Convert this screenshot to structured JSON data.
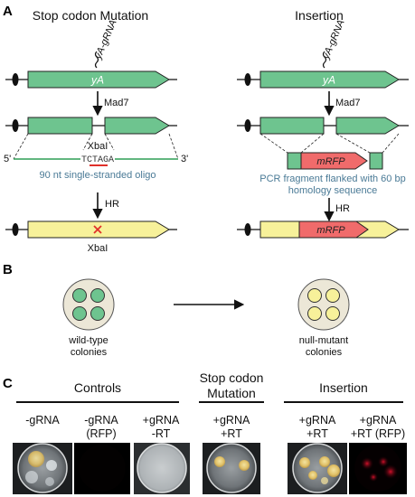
{
  "panels": {
    "A": "A",
    "B": "B",
    "C": "C"
  },
  "panel_a": {
    "left": {
      "title": "Stop codon Mutation",
      "grna": "yA-gRNA",
      "gene": "yA",
      "enzyme": "Mad7",
      "site": "XbaI",
      "sequence": "TCTAGA",
      "five_prime": "5'",
      "three_prime": "3'",
      "oligo": "90 nt single-stranded oligo",
      "repair": "HR",
      "site_bottom": "XbaI"
    },
    "right": {
      "title": "Insertion",
      "grna": "yA-gRNA",
      "gene": "yA",
      "enzyme": "Mad7",
      "insert": "mRFP",
      "fragment_line1": "PCR fragment flanked with 60 bp",
      "fragment_line2": "homology sequence",
      "repair": "HR",
      "insert_bottom": "mRFP"
    }
  },
  "panel_b": {
    "left_line1": "wild-type",
    "left_line2": "colonies",
    "right_line1": "null-mutant",
    "right_line2": "colonies"
  },
  "panel_c": {
    "groups": {
      "controls": "Controls",
      "stop_line1": "Stop codon",
      "stop_line2": "Mutation",
      "insertion": "Insertion"
    },
    "plates": [
      {
        "line1": "-gRNA",
        "line2": ""
      },
      {
        "line1": "-gRNA",
        "line2": "(RFP)"
      },
      {
        "line1": "+gRNA",
        "line2": "-RT"
      },
      {
        "line1": "+gRNA",
        "line2": "+RT"
      },
      {
        "line1": "+gRNA",
        "line2": "+RT"
      },
      {
        "line1": "+gRNA",
        "line2": "+RT (RFP)"
      }
    ]
  },
  "colors": {
    "gene_green": "#6ec48f",
    "gene_yellow": "#f7f19a",
    "insert_red": "#f06b6b",
    "oligo_green": "#2f9e55",
    "label_blue": "#4a7a96",
    "mutation_red": "#e0302a"
  }
}
